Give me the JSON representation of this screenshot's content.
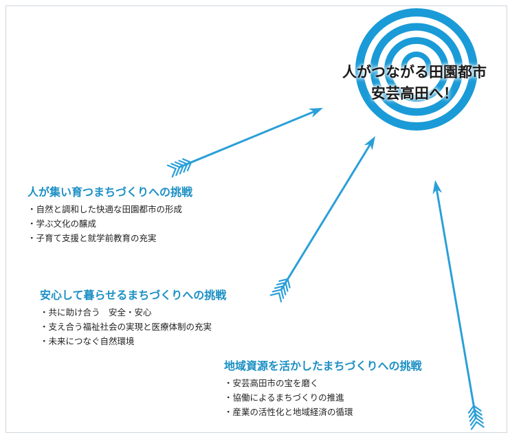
{
  "target": {
    "title_line1": "人がつながる田園都市",
    "title_line2": "安芸高田へ！",
    "ring_color": "#1a9bd7"
  },
  "arrow_color": "#2a9fd8",
  "heading_color": "#1a8fc4",
  "blocks": [
    {
      "heading": "人が集い育つまちづくりへの挑戦",
      "items": [
        "自然と調和した快適な田園都市の形成",
        "学ぶ文化の醸成",
        "子育て支援と就学前教育の充実"
      ]
    },
    {
      "heading": "安心して暮らせるまちづくりへの挑戦",
      "items": [
        "共に助け合う　安全・安心",
        "支え合う福祉社会の実現と医療体制の充実",
        "未来につなぐ自然環境"
      ]
    },
    {
      "heading": "地域資源を活かしたまちづくりへの挑戦",
      "items": [
        "安芸高田市の宝を磨く",
        "協働によるまちづくりの推進",
        "産業の活性化と地域経済の循環"
      ]
    }
  ]
}
